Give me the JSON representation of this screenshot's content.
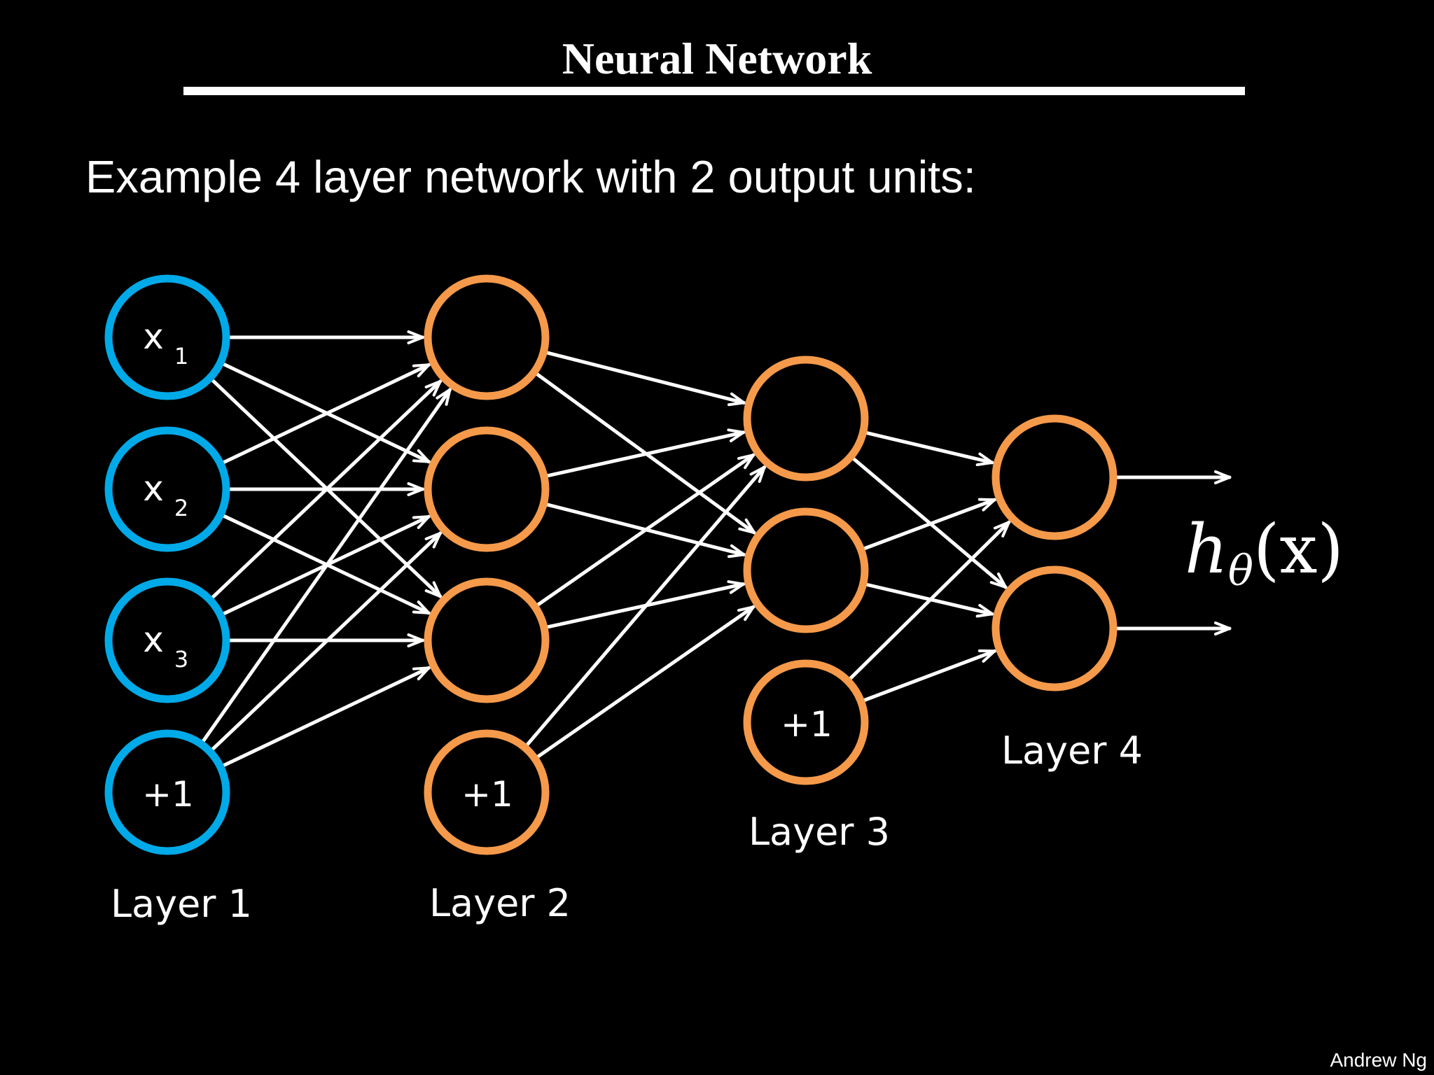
{
  "title": "Neural Network",
  "subtitle": "Example 4 layer network with 2 output units:",
  "credit": "Andrew Ng",
  "colors": {
    "background": "#000000",
    "input_node": "#00aae8",
    "hidden_node": "#f59a4a",
    "edge": "#ffffff",
    "text": "#ffffff"
  },
  "diagram": {
    "layers": [
      {
        "label": "Layer 1",
        "kind": "input",
        "nodes": [
          {
            "label": "x",
            "sub": "1"
          },
          {
            "label": "x",
            "sub": "2"
          },
          {
            "label": "x",
            "sub": "3"
          },
          {
            "label": "+1",
            "sub": "",
            "bias": true
          }
        ]
      },
      {
        "label": "Layer 2",
        "kind": "hidden",
        "nodes": [
          {
            "label": "",
            "sub": ""
          },
          {
            "label": "",
            "sub": ""
          },
          {
            "label": "",
            "sub": ""
          },
          {
            "label": "+1",
            "sub": "",
            "bias": true
          }
        ]
      },
      {
        "label": "Layer 3",
        "kind": "hidden",
        "nodes": [
          {
            "label": "",
            "sub": ""
          },
          {
            "label": "",
            "sub": ""
          },
          {
            "label": "+1",
            "sub": "",
            "bias": true
          }
        ]
      },
      {
        "label": "Layer 4",
        "kind": "output",
        "nodes": [
          {
            "label": "",
            "sub": ""
          },
          {
            "label": "",
            "sub": ""
          }
        ]
      }
    ],
    "output": {
      "h": "h",
      "theta": "θ",
      "arg": "(x)"
    }
  }
}
